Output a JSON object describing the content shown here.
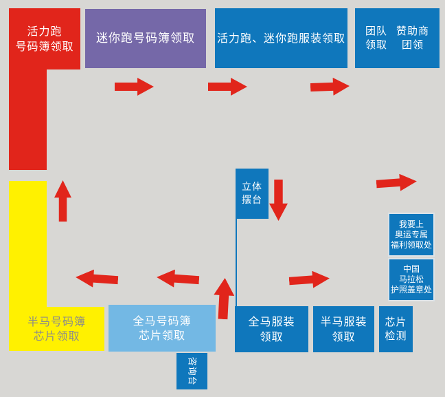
{
  "colors": {
    "background": "#d8d7d4",
    "red": "#e1251b",
    "purple": "#7568a8",
    "blue": "#0f77bc",
    "light_blue": "#73b8e4",
    "yellow": "#fff100",
    "arrow_red": "#e1251b",
    "text_white": "#ffffff",
    "text_on_yellow": "#8b8b8b"
  },
  "stations": {
    "huoli_bib": "活力跑\n号码簿领取",
    "mini_bib": "迷你跑号码簿领取",
    "huoli_mini_apparel": "活力跑、迷你跑服装领取",
    "team_pickup": "团队\n领取",
    "sponsor_group": "赞助商\n团领",
    "display_stand": "立体\n摆台",
    "olympic_welfare": "我要上\n奥运专属\n福利领取处",
    "marathon_passport": "中国\n马拉松\n护照盖章处",
    "half_bib_chip": "半马号码簿\n芯片领取",
    "full_bib_chip": "全马号码簿\n芯片领取",
    "info_desk": "咨询台",
    "full_apparel": "全马服装\n领取",
    "half_apparel": "半马服装\n领取",
    "chip_test": "芯片\n检测"
  }
}
